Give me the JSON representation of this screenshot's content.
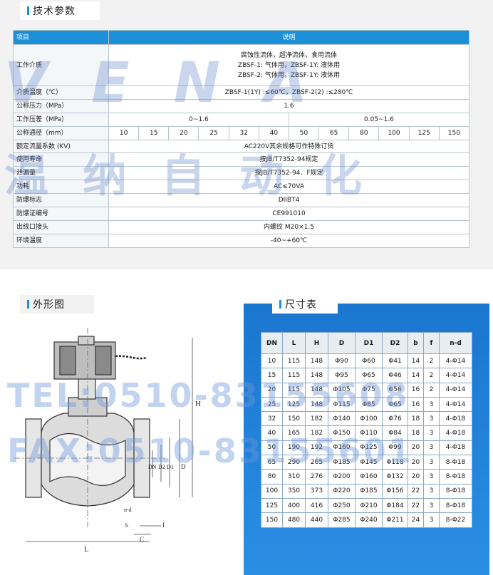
{
  "spec": {
    "tab_title": "技术参数",
    "header": {
      "label": "项目",
      "value": "说明"
    },
    "media": {
      "label": "工作介质",
      "lines": [
        "腐蚀性流体，超净流体，食用流体",
        "ZBSF-1: 气体用，ZBSF-1Y: 液体用",
        "ZBSF-2: 气体用，ZBSF-1Y: 液体用"
      ]
    },
    "temp": {
      "label": "介质温度（℃）",
      "value": "ZBSF-1(1Y) :≤60℃，ZBSF-2(2) :≤280℃"
    },
    "pressure": {
      "label": "公称压力（MPa）",
      "value": "1.6"
    },
    "diff": {
      "label": "工作压差（MPa）",
      "left": "0~1.6",
      "right": "0.05~1.6"
    },
    "dn": {
      "label": "公称通径（mm）",
      "values": [
        "10",
        "15",
        "20",
        "25",
        "32",
        "40",
        "50",
        "65",
        "80",
        "100",
        "125",
        "150"
      ]
    },
    "rows": [
      {
        "label": "额定流量系数 (KV)",
        "value": "AC220V其余规格可作特殊订货"
      },
      {
        "label": "使用寿命",
        "value": "按JB/T7352-94规定"
      },
      {
        "label": "泄漏量",
        "value": "按JB/T7352-94．F规定"
      },
      {
        "label": "功耗",
        "value": "AC≤70VA"
      },
      {
        "label": "防爆标志",
        "value": "DIIBT4"
      },
      {
        "label": "防爆证编号",
        "value": "CE991010"
      },
      {
        "label": "出线口接头",
        "value": "内螺纹 M20×1.5"
      },
      {
        "label": "环境温度",
        "value": "-40~+60℃"
      }
    ]
  },
  "watermark": {
    "brand": "VENA",
    "cn": "温纳自动化",
    "tel": "TEL:0510-83155608",
    "fax": "FAX:0510-83155601"
  },
  "drawing": {
    "tab_title": "外形图",
    "labels": {
      "H": "H",
      "DN": "DN",
      "D2": "D2",
      "D1": "D1",
      "D": "D",
      "nd": "n-d",
      "b": "b",
      "f": "f",
      "C": "C",
      "L": "L"
    }
  },
  "dims": {
    "tab_title": "尺寸表",
    "headers": [
      "DN",
      "L",
      "H",
      "D",
      "D1",
      "D2",
      "b",
      "f",
      "n-d"
    ],
    "rows": [
      [
        "10",
        "115",
        "148",
        "Φ90",
        "Φ60",
        "Φ41",
        "14",
        "2",
        "4-Φ14"
      ],
      [
        "15",
        "115",
        "148",
        "Φ95",
        "Φ65",
        "Φ46",
        "14",
        "2",
        "4-Φ14"
      ],
      [
        "20",
        "115",
        "148",
        "Φ105",
        "Φ75",
        "Φ56",
        "16",
        "2",
        "4-Φ14"
      ],
      [
        "25",
        "125",
        "148",
        "Φ115",
        "Φ85",
        "Φ65",
        "16",
        "3",
        "4-Φ14"
      ],
      [
        "32",
        "150",
        "182",
        "Φ140",
        "Φ100",
        "Φ76",
        "18",
        "3",
        "4-Φ18"
      ],
      [
        "40",
        "165",
        "182",
        "Φ150",
        "Φ110",
        "Φ84",
        "18",
        "3",
        "4-Φ18"
      ],
      [
        "50",
        "190",
        "192",
        "Φ160",
        "Φ125",
        "Φ99",
        "20",
        "3",
        "4-Φ18"
      ],
      [
        "65",
        "290",
        "265",
        "Φ185",
        "Φ145",
        "Φ118",
        "20",
        "3",
        "8-Φ18"
      ],
      [
        "80",
        "310",
        "276",
        "Φ200",
        "Φ160",
        "Φ132",
        "20",
        "3",
        "8-Φ18"
      ],
      [
        "100",
        "350",
        "373",
        "Φ220",
        "Φ185",
        "Φ156",
        "22",
        "3",
        "8-Φ18"
      ],
      [
        "125",
        "400",
        "416",
        "Φ250",
        "Φ210",
        "Φ184",
        "22",
        "3",
        "8-Φ18"
      ],
      [
        "150",
        "480",
        "440",
        "Φ285",
        "Φ240",
        "Φ211",
        "24",
        "3",
        "8-Φ22"
      ]
    ]
  }
}
